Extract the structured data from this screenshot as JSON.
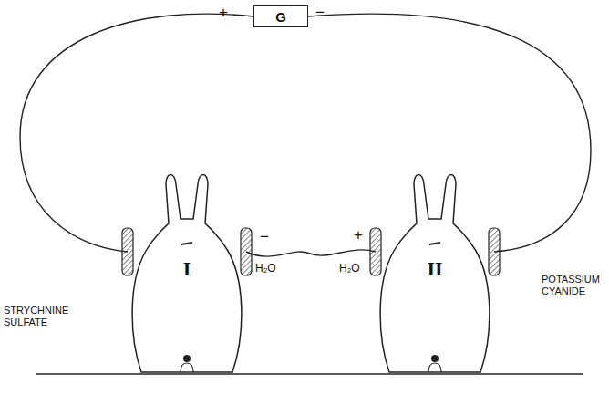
{
  "diagram": {
    "nodes": [
      {
        "text": [
          "G"
        ]
      },
      {
        "text": [
          "I"
        ]
      },
      {
        "text": [
          "II"
        ]
      }
    ],
    "edges": [
      {
        "from": 0,
        "to": 1,
        "arrow": "none"
      },
      {
        "from": 0,
        "to": 2,
        "arrow": "none"
      },
      {
        "from": 1,
        "to": 2,
        "arrow": "none"
      }
    ],
    "labels": [
      "+",
      "−",
      "STRYCHNINE SULFATE",
      "POTASSIUM CYANIDE",
      "−",
      "+",
      "H₂O",
      "H₂O"
    ]
  }
}
